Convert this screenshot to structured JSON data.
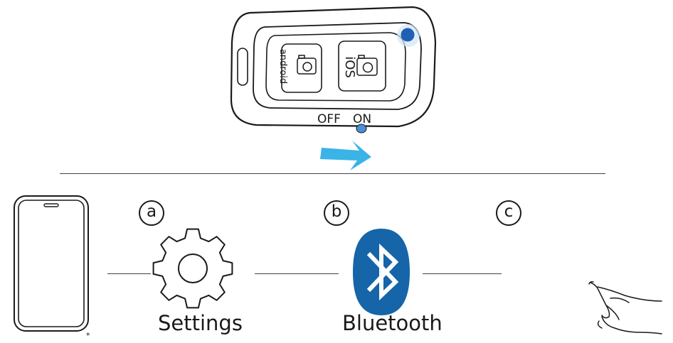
{
  "remote": {
    "android_label": "android",
    "ios_label": "iOS",
    "switch_off": "OFF",
    "switch_on": "ON",
    "led_color": "#1f5fb4",
    "arrow_color": "#3ab3e6"
  },
  "steps": [
    {
      "marker": "a",
      "label": "Settings",
      "icon": "gear-icon"
    },
    {
      "marker": "b",
      "label": "Bluetooth",
      "icon": "bluetooth-icon",
      "icon_color": "#1565a8"
    },
    {
      "marker": "c",
      "label": "",
      "icon": "tap-hand-icon"
    }
  ],
  "phone": {
    "footnote": "*"
  }
}
